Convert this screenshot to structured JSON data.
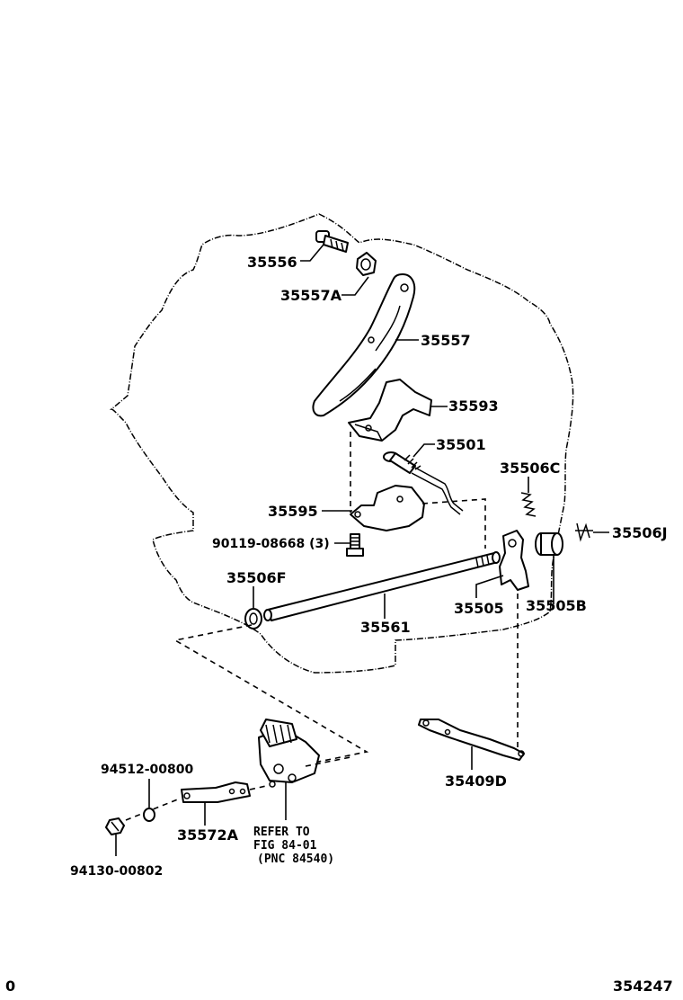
{
  "diagram": {
    "figure_number": "354247",
    "corner_mark": "0",
    "parts": [
      {
        "id": "35556",
        "label": "35556"
      },
      {
        "id": "35557A",
        "label": "35557A"
      },
      {
        "id": "35557",
        "label": "35557"
      },
      {
        "id": "35593",
        "label": "35593"
      },
      {
        "id": "35501",
        "label": "35501"
      },
      {
        "id": "35506C",
        "label": "35506C"
      },
      {
        "id": "35595",
        "label": "35595"
      },
      {
        "id": "90119-08668",
        "label": "90119-08668 (3)"
      },
      {
        "id": "35506J",
        "label": "35506J"
      },
      {
        "id": "35506F",
        "label": "35506F"
      },
      {
        "id": "35561",
        "label": "35561"
      },
      {
        "id": "35505",
        "label": "35505"
      },
      {
        "id": "35505B",
        "label": "35505B"
      },
      {
        "id": "35409D",
        "label": "35409D"
      },
      {
        "id": "94512-00800",
        "label": "94512-00800"
      },
      {
        "id": "35572A",
        "label": "35572A"
      },
      {
        "id": "94130-00802",
        "label": "94130-00802"
      }
    ],
    "reference_note": {
      "line1": "REFER TO",
      "line2": "FIG 84-01",
      "line3": "(PNC 84540)"
    }
  }
}
